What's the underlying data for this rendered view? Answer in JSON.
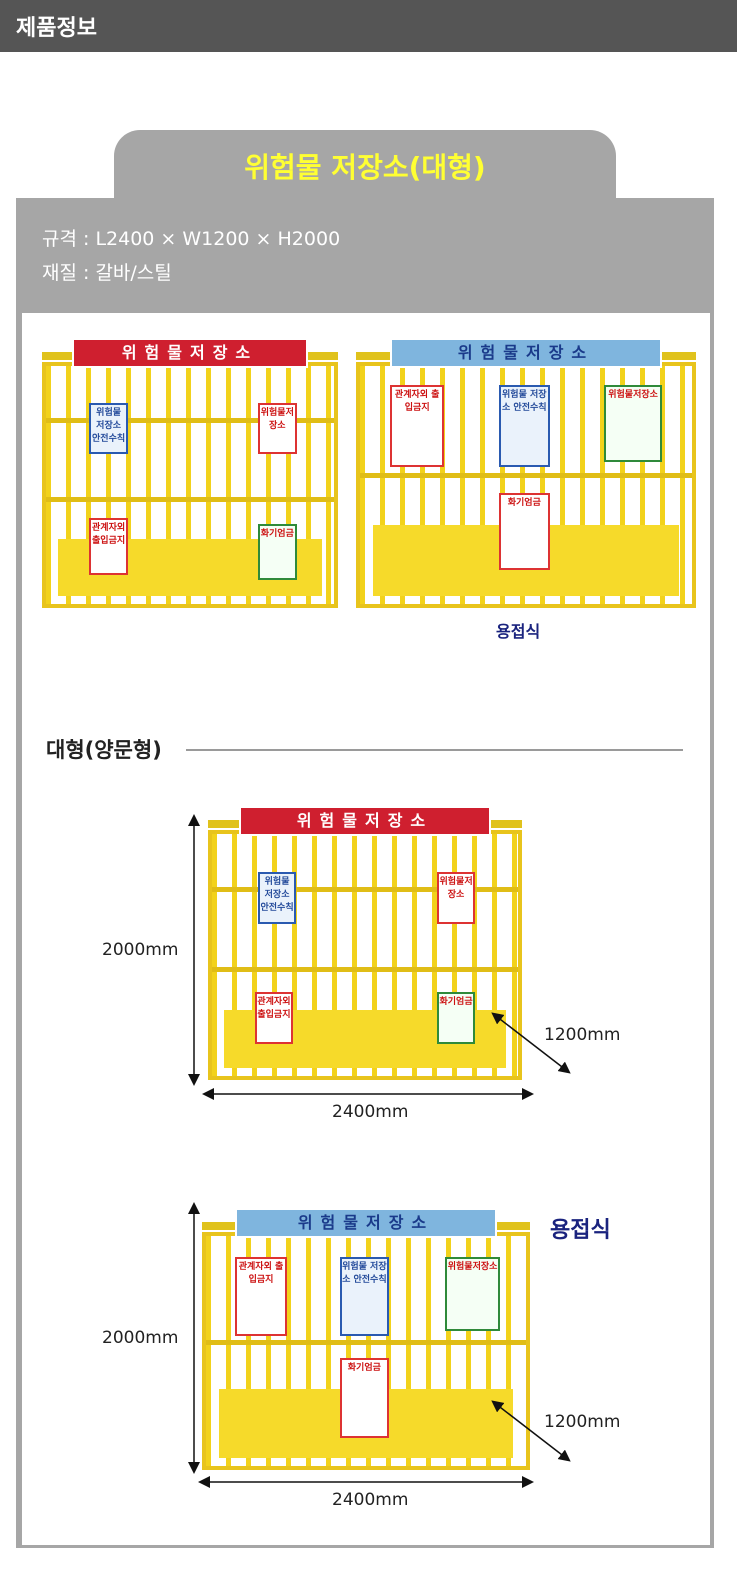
{
  "header": {
    "title": "제품정보"
  },
  "product": {
    "title": "위험물 저장소(대형)",
    "spec_label": "규격 : L2400 × W1200 × H2000",
    "material_label": "재질 : 갈바/스틸"
  },
  "gallery": {
    "left_sign": "위험물저장소",
    "right_sign": "위험물저장소",
    "right_caption": "용접식",
    "posters": {
      "no_entry": "관계자외 출입금지",
      "no_fire": "화기엄금",
      "safety_rules": "위험물 저장소 안전수칙",
      "storage": "위험물저장소"
    }
  },
  "section": {
    "title": "대형(양문형)"
  },
  "diagram1": {
    "height": "2000mm",
    "depth": "1200mm",
    "width": "2400mm",
    "sign": "위험물저장소"
  },
  "diagram2": {
    "caption": "용접식",
    "height": "2000mm",
    "depth": "1200mm",
    "width": "2400mm",
    "sign": "위험물저장소"
  },
  "colors": {
    "header_bg": "#555555",
    "frame": "#a6a6a6",
    "title": "#ffff33",
    "cage": "#f2d21b",
    "caption": "#1a237e"
  }
}
